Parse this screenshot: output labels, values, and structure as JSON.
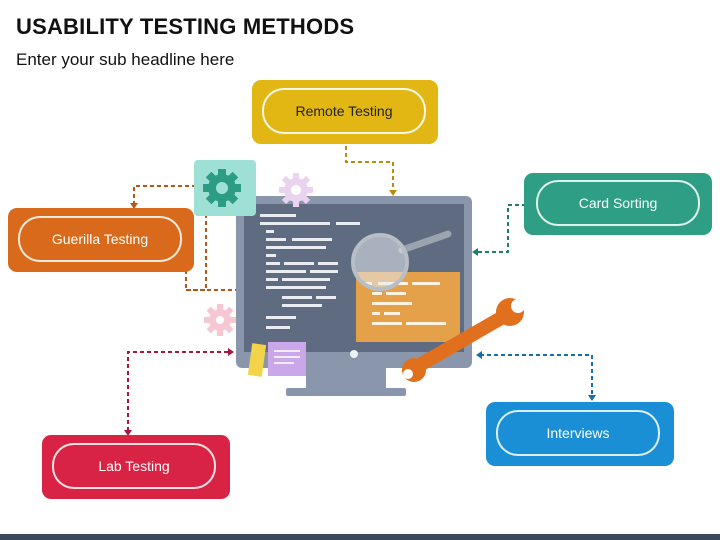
{
  "header": {
    "title": "USABILITY TESTING METHODS",
    "subtitle": "Enter your sub headline here"
  },
  "methods": {
    "remote": {
      "label": "Remote Testing",
      "color": "#E2B714"
    },
    "guerilla": {
      "label": "Guerilla Testing",
      "color": "#D96A1C"
    },
    "card_sorting": {
      "label": "Card Sorting",
      "color": "#2E9E84"
    },
    "lab": {
      "label": "Lab Testing",
      "color": "#D82345"
    },
    "interviews": {
      "label": "Interviews",
      "color": "#1A8FD6"
    }
  },
  "icons": [
    "gear-icon",
    "monitor-icon",
    "magnifier-icon",
    "wrench-icon",
    "sticky-note-icon"
  ]
}
